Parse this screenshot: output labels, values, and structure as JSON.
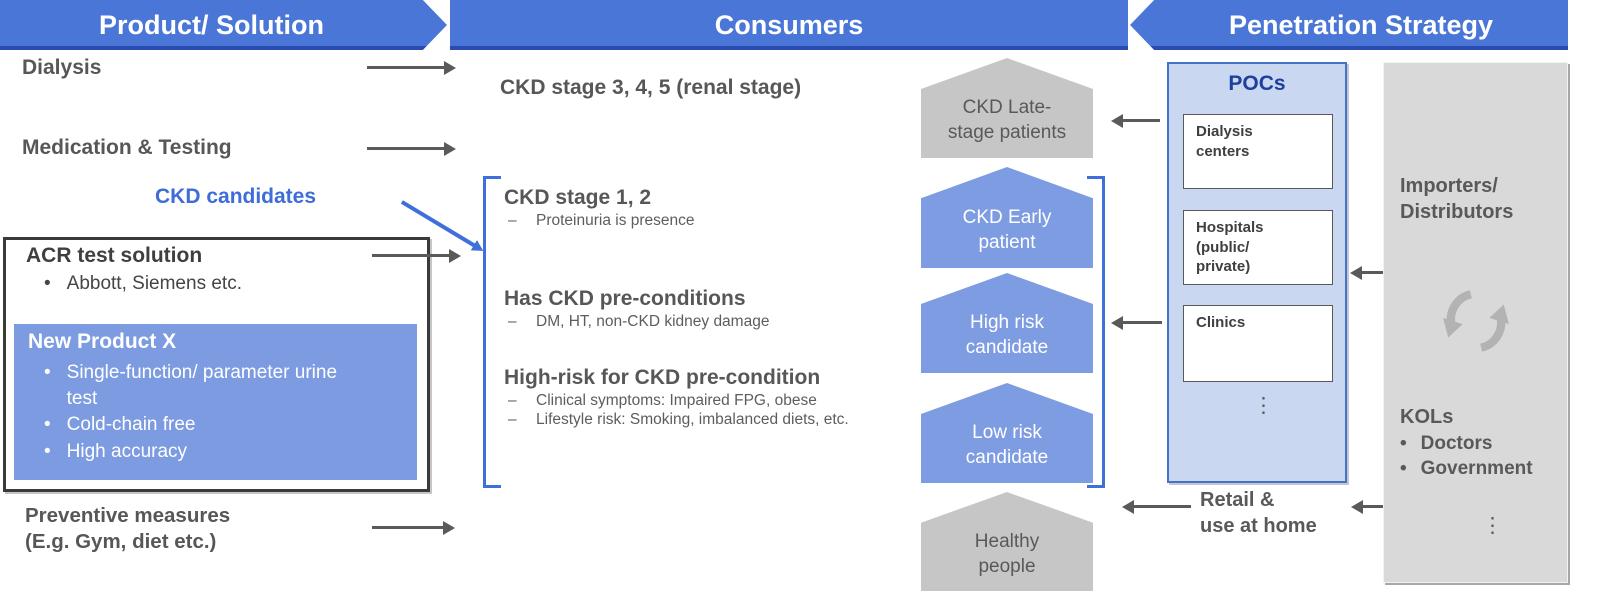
{
  "glyphs": {
    "bullet": "•",
    "dash": "–",
    "vdots": "⋮"
  },
  "colors": {
    "banner_blue": "#4a77d7",
    "accent_blue": "#4472c4",
    "chevron_blue": "#7e9ce2",
    "chevron_gray": "#c6c6c6",
    "pocs_fill": "#c9d7f1",
    "panel_gray": "#d9d9d9",
    "text_gray": "#595959",
    "candidates_blue": "#3e6cd8",
    "pocs_title_navy": "#1f3f9e"
  },
  "headers": {
    "product": "Product/ Solution",
    "consumers": "Consumers",
    "penetration": "Penetration Strategy"
  },
  "products": {
    "dialysis": "Dialysis",
    "medication": "Medication & Testing",
    "ckd_candidates": "CKD candidates",
    "acr": {
      "title": "ACR test solution",
      "bullet": "Abbott, Siemens etc."
    },
    "new_product": {
      "title": "New Product X",
      "bullets": [
        "Single-function/ parameter urine test",
        "Cold-chain free",
        "High accuracy"
      ]
    },
    "preventive": {
      "lines": [
        "Preventive measures",
        "(E.g. Gym, diet etc.)"
      ]
    }
  },
  "consumers": {
    "stage345": "CKD stage 3, 4, 5 (renal stage)",
    "groups": [
      {
        "title": "CKD stage 1, 2",
        "bullets": [
          "Proteinuria is presence"
        ]
      },
      {
        "title": "Has CKD pre-conditions",
        "bullets": [
          "DM, HT, non-CKD kidney damage"
        ]
      },
      {
        "title": "High-risk for CKD pre-condition",
        "bullets": [
          "Clinical symptoms: Impaired FPG, obese",
          "Lifestyle risk: Smoking, imbalanced diets, etc."
        ]
      }
    ],
    "chevrons": [
      {
        "style": "gray",
        "lines": [
          "CKD Late-",
          "stage patients"
        ]
      },
      {
        "style": "blue",
        "lines": [
          "CKD Early",
          "patient"
        ]
      },
      {
        "style": "blue",
        "lines": [
          "High risk",
          "candidate"
        ]
      },
      {
        "style": "blue",
        "lines": [
          "Low risk",
          "candidate"
        ]
      },
      {
        "style": "gray",
        "lines": [
          "Healthy",
          "people"
        ]
      }
    ]
  },
  "penetration": {
    "pocs": {
      "title": "POCs",
      "boxes": [
        {
          "lines": [
            "Dialysis",
            "centers"
          ]
        },
        {
          "lines": [
            "Hospitals",
            "(public/",
            "private)"
          ]
        },
        {
          "lines": [
            "Clinics"
          ]
        }
      ]
    },
    "partners": {
      "importers_lines": [
        "Importers/",
        "Distributors"
      ],
      "kols_title": "KOLs",
      "kols": [
        "Doctors",
        "Government"
      ]
    },
    "retail_lines": [
      "Retail &",
      "use at home"
    ]
  }
}
